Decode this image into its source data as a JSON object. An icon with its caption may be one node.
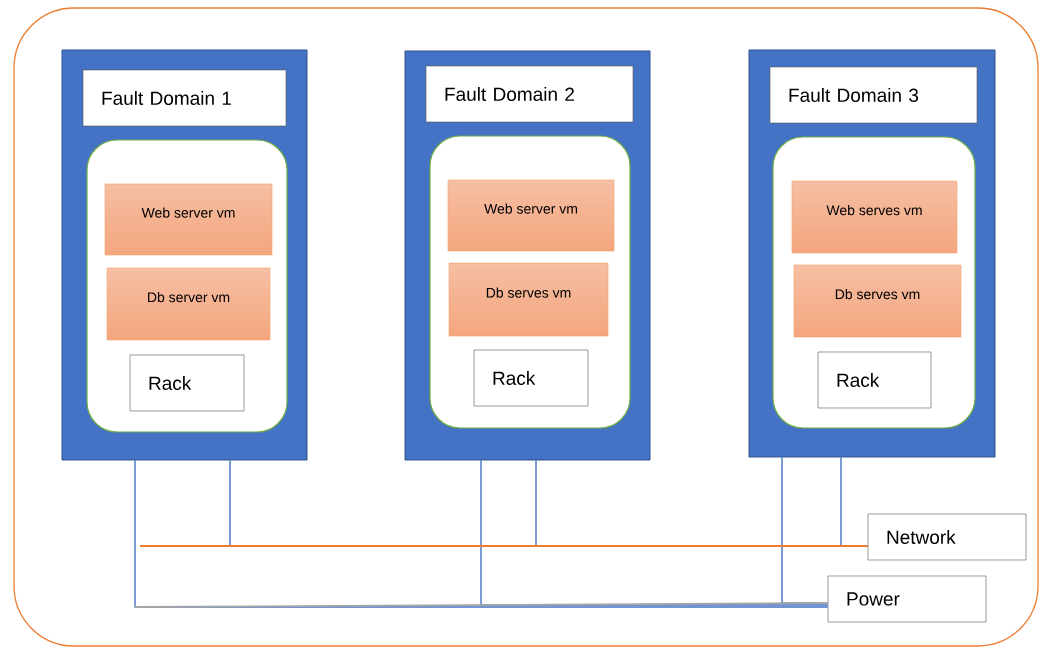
{
  "diagram": {
    "nodes": [
      {
        "text": [],
        "shape": "box"
      },
      {
        "text": [],
        "shape": "box",
        "in": 0
      },
      {
        "text": [
          "Fault Domain 1"
        ],
        "in": 1
      },
      {
        "text": [],
        "shape": "box",
        "in": 1
      },
      {
        "text": [
          "Web server vm"
        ],
        "in": 3
      },
      {
        "text": [
          "Db server vm"
        ],
        "in": 3
      },
      {
        "text": [
          "Rack"
        ],
        "in": 3
      },
      {
        "text": [],
        "shape": "box",
        "in": 0
      },
      {
        "text": [
          "Fault Domain 2"
        ],
        "in": 7
      },
      {
        "text": [],
        "shape": "box",
        "in": 7
      },
      {
        "text": [
          "Web server vm"
        ],
        "in": 9
      },
      {
        "text": [
          "Db serves vm"
        ],
        "in": 9
      },
      {
        "text": [
          "Rack"
        ],
        "in": 9
      },
      {
        "text": [],
        "shape": "box",
        "in": 0
      },
      {
        "text": [
          "Fault Domain 3"
        ],
        "in": 13
      },
      {
        "text": [],
        "shape": "box",
        "in": 13
      },
      {
        "text": [
          "Web serves vm"
        ],
        "in": 15
      },
      {
        "text": [
          "Db serves vm"
        ],
        "in": 15
      },
      {
        "text": [
          "Rack"
        ],
        "in": 15
      },
      {
        "text": [
          "Network"
        ],
        "in": 0
      },
      {
        "text": [
          "Power"
        ],
        "in": 0
      }
    ],
    "edges": [
      {
        "from": 1,
        "to": 19,
        "arrow": "none"
      },
      {
        "from": 7,
        "to": 19,
        "arrow": "none"
      },
      {
        "from": 13,
        "to": 19,
        "arrow": "none"
      },
      {
        "from": 1,
        "to": 20,
        "arrow": "none"
      },
      {
        "from": 7,
        "to": 20,
        "arrow": "none"
      },
      {
        "from": 13,
        "to": 20,
        "arrow": "none"
      }
    ]
  }
}
